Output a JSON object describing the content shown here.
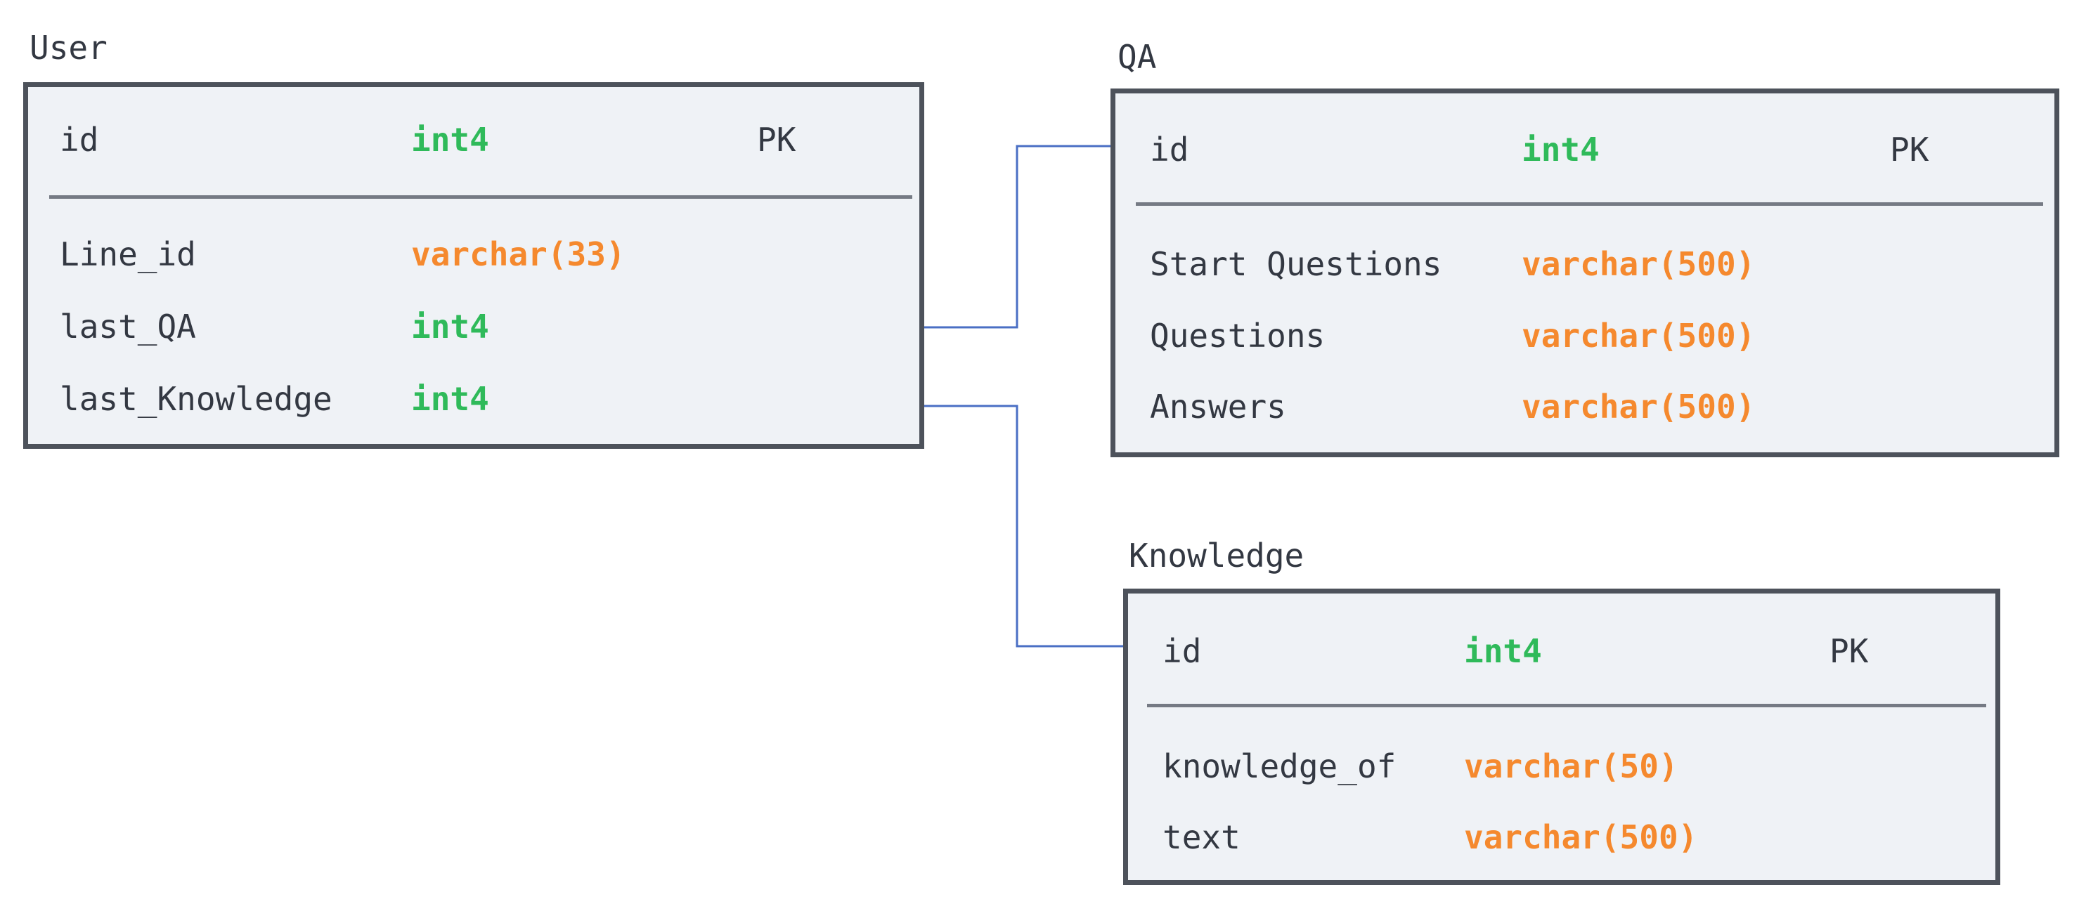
{
  "tables": {
    "user": {
      "title": "User",
      "pk": {
        "name": "id",
        "type": "int4",
        "key": "PK"
      },
      "columns": [
        {
          "name": "Line_id",
          "type": "varchar(33)"
        },
        {
          "name": "last_QA",
          "type": "int4"
        },
        {
          "name": "last_Knowledge",
          "type": "int4"
        }
      ]
    },
    "qa": {
      "title": "QA",
      "pk": {
        "name": "id",
        "type": "int4",
        "key": "PK"
      },
      "columns": [
        {
          "name": "Start Questions",
          "type": "varchar(500)"
        },
        {
          "name": "Questions",
          "type": "varchar(500)"
        },
        {
          "name": "Answers",
          "type": "varchar(500)"
        }
      ]
    },
    "knowledge": {
      "title": "Knowledge",
      "pk": {
        "name": "id",
        "type": "int4",
        "key": "PK"
      },
      "columns": [
        {
          "name": "knowledge_of",
          "type": "varchar(50)"
        },
        {
          "name": "text",
          "type": "varchar(500)"
        }
      ]
    }
  },
  "relations": [
    {
      "from": "user.last_QA",
      "to": "qa.id"
    },
    {
      "from": "user.last_Knowledge",
      "to": "knowledge.id"
    }
  ],
  "colors": {
    "int_type": "#2fba5a",
    "varchar_type": "#f5892e",
    "connector": "#4a6fc4",
    "box_border": "#4d525b",
    "box_fill": "#eff2f6"
  }
}
